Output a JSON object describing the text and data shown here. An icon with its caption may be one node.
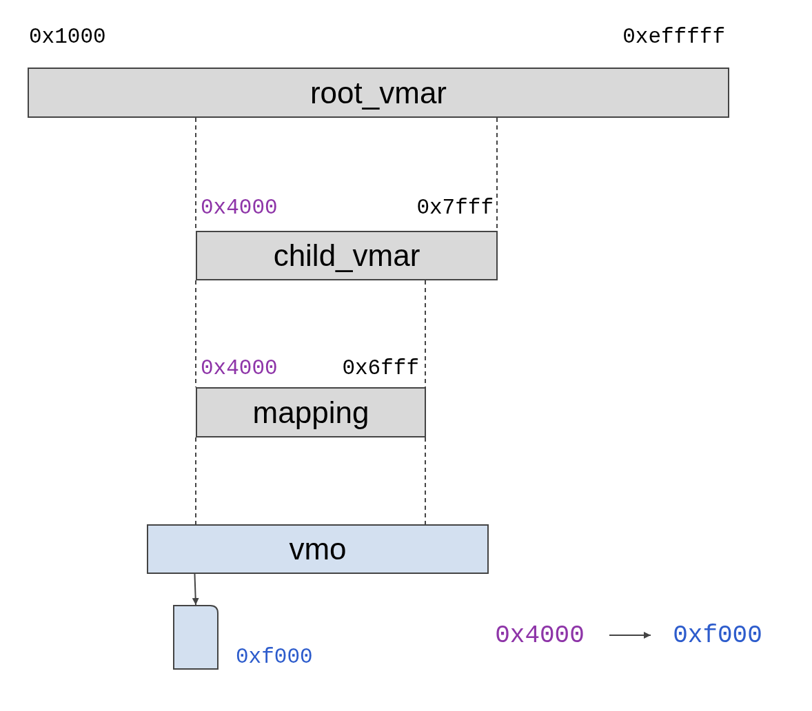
{
  "diagram": {
    "nodes": [
      {
        "text": [
          "root_vmar"
        ],
        "beside": [
          "0x1000",
          "0xefffff"
        ]
      },
      {
        "text": [
          "child_vmar"
        ],
        "beside": [
          "0x4000",
          "0x7fff"
        ]
      },
      {
        "text": [
          "mapping"
        ],
        "beside": [
          "0x4000",
          "0x6fff"
        ]
      },
      {
        "text": [
          "vmo"
        ]
      },
      {
        "text": [],
        "shape": "box",
        "beside": [
          "0xf000"
        ]
      },
      {
        "text": [
          "0x4000"
        ]
      },
      {
        "text": [
          "0xf000"
        ]
      }
    ],
    "edges": [
      {
        "from": 0,
        "to": 1,
        "arrow": "none",
        "style": "dashed"
      },
      {
        "from": 0,
        "to": 1,
        "arrow": "none",
        "style": "dashed"
      },
      {
        "from": 1,
        "to": 2,
        "arrow": "none",
        "style": "dashed"
      },
      {
        "from": 1,
        "to": 2,
        "arrow": "none",
        "style": "dashed"
      },
      {
        "from": 2,
        "to": 3,
        "arrow": "none",
        "style": "dashed"
      },
      {
        "from": 2,
        "to": 3,
        "arrow": "none",
        "style": "dashed"
      },
      {
        "from": 3,
        "to": 4,
        "arrow": "to"
      },
      {
        "from": 5,
        "to": 6,
        "arrow": "to"
      }
    ]
  }
}
